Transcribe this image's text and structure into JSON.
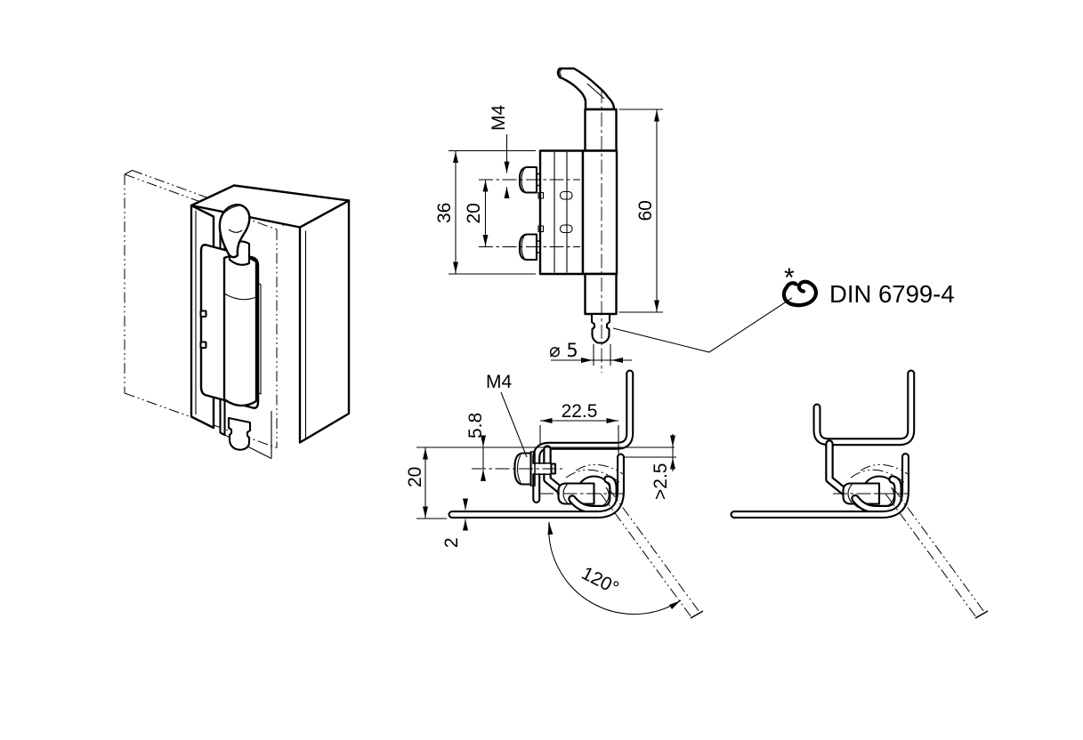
{
  "colors": {
    "line": "#000000",
    "background": "#ffffff"
  },
  "front_view": {
    "thread_label": "M4",
    "dim_plate_height": "36",
    "dim_hole_spacing": "20",
    "dim_overall_height": "60",
    "dim_pin_diameter": "⌀ 5"
  },
  "retaining_ring_note": {
    "marker": "*",
    "label": "DIN 6799-4"
  },
  "section_view": {
    "thread_label": "M4",
    "dim_screw_offset": "5.8",
    "dim_mounting_depth": "22.5",
    "dim_door_return": "20",
    "dim_sheet_thickness": "2",
    "dim_min_clearance": ">2.5",
    "dim_opening_angle": "120°"
  }
}
